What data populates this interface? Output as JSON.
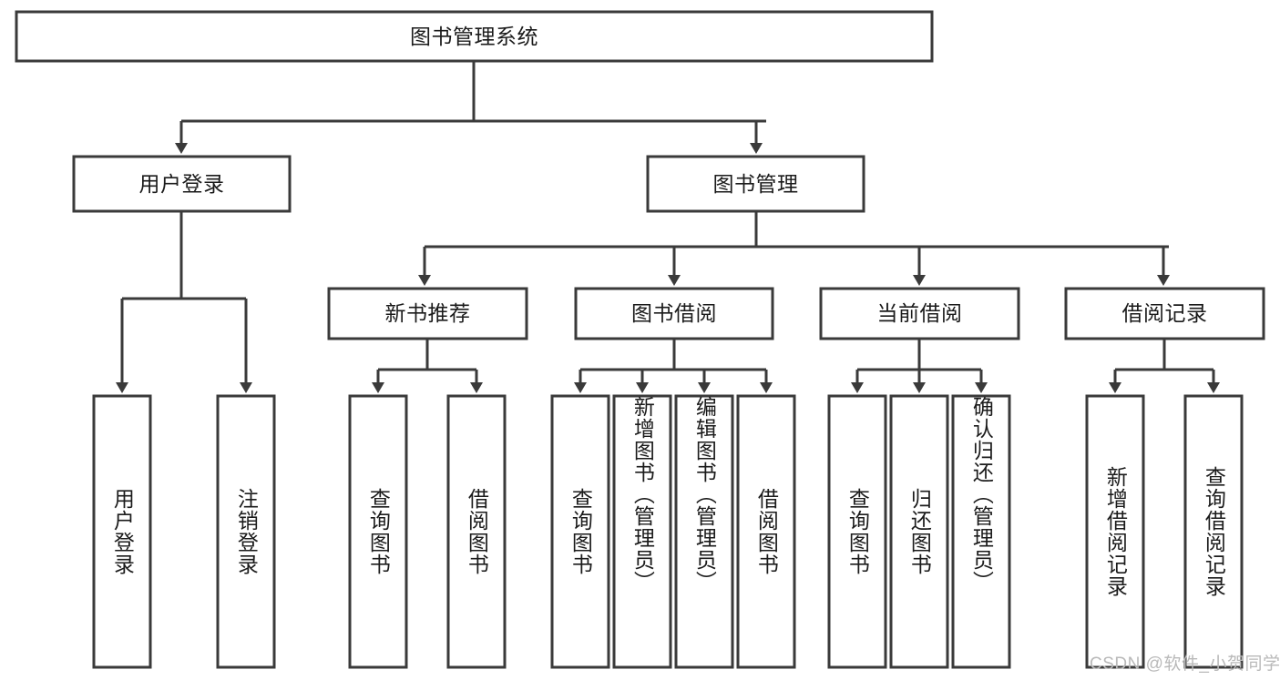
{
  "diagram": {
    "title": "图书管理系统",
    "type": "tree",
    "watermark": "CSDN @软件_小贺同学",
    "colors": {
      "box_stroke": "#3a3a3a",
      "box_fill": "#ffffff",
      "connector": "#3a3a3a",
      "text": "#1b1b1b",
      "watermark": "#b9b9b9",
      "background": "#ffffff"
    },
    "nodes": {
      "root": {
        "label": "图书管理系统",
        "orientation": "horizontal"
      },
      "level2": [
        {
          "label": "用户登录",
          "orientation": "horizontal"
        },
        {
          "label": "图书管理",
          "orientation": "horizontal"
        }
      ],
      "level3": [
        {
          "label": "新书推荐",
          "orientation": "horizontal"
        },
        {
          "label": "图书借阅",
          "orientation": "horizontal"
        },
        {
          "label": "当前借阅",
          "orientation": "horizontal"
        },
        {
          "label": "借阅记录",
          "orientation": "horizontal"
        }
      ],
      "leaves": {
        "user_login": [
          {
            "label": "用户登录",
            "orientation": "vertical"
          },
          {
            "label": "注销登录",
            "orientation": "vertical"
          }
        ],
        "new_book_recommend": [
          {
            "label": "查询图书",
            "orientation": "vertical"
          },
          {
            "label": "借阅图书",
            "orientation": "vertical"
          }
        ],
        "book_borrow": [
          {
            "label": "查询图书",
            "orientation": "vertical"
          },
          {
            "label": "新增图书（管理员）",
            "orientation": "vertical"
          },
          {
            "label": "编辑图书（管理员）",
            "orientation": "vertical"
          },
          {
            "label": "借阅图书",
            "orientation": "vertical"
          }
        ],
        "current_borrow": [
          {
            "label": "查询图书",
            "orientation": "vertical"
          },
          {
            "label": "归还图书",
            "orientation": "vertical"
          },
          {
            "label": "确认归还（管理员）",
            "orientation": "vertical"
          }
        ],
        "borrow_record": [
          {
            "label": "新增借阅记录",
            "orientation": "vertical"
          },
          {
            "label": "查询借阅记录",
            "orientation": "vertical"
          }
        ]
      }
    }
  }
}
